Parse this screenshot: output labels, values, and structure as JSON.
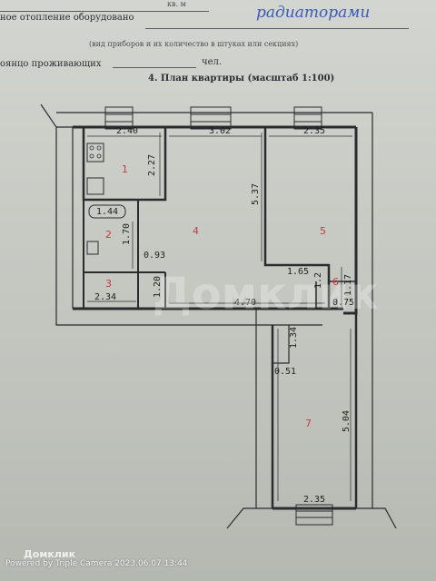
{
  "header": {
    "top_right": "кв. м",
    "heating_label": "ное отопление оборудовано",
    "heating_value": "радиаторами",
    "heating_note": "(вид приборов и их количество в штуках или секциях)",
    "residents_label": "оянцо проживающих",
    "residents_unit": "чел."
  },
  "plan": {
    "title": "4. План квартиры (масштаб 1:100)",
    "dimensions": [
      "2.40",
      "3.02",
      "2.35",
      "2.27",
      "5.37",
      "1.44",
      "1.70",
      "0.93",
      "1.20",
      "2.34",
      "4.70",
      "1.65",
      "1.2",
      "1.17",
      "0.75",
      "1.34",
      "0.51",
      "5.04",
      "2.35"
    ],
    "rooms": [
      "1",
      "2",
      "3",
      "4",
      "5",
      "6",
      "7"
    ]
  },
  "watermark": "Домклик",
  "footer": "Powered by Triple Camera   2023.06.07 13:44"
}
